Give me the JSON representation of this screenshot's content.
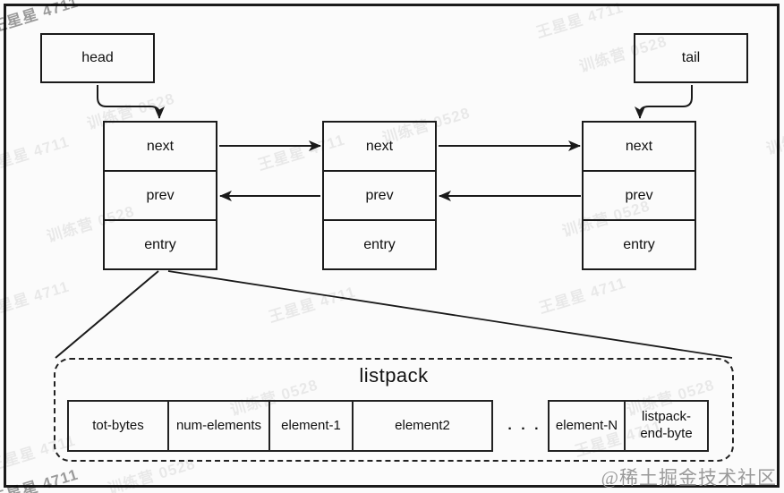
{
  "pointers": {
    "head": "head",
    "tail": "tail"
  },
  "nodes": [
    {
      "fields": [
        "next",
        "prev",
        "entry"
      ]
    },
    {
      "fields": [
        "next",
        "prev",
        "entry"
      ]
    },
    {
      "fields": [
        "next",
        "prev",
        "entry"
      ]
    }
  ],
  "listpack": {
    "title": "listpack",
    "header_cells": [
      "tot-bytes",
      "num-elements",
      "element-1",
      "element2"
    ],
    "ellipsis": ". . .",
    "tail_cells": [
      "element-N",
      "listpack-\nend-byte"
    ]
  },
  "watermarks": {
    "author": "王星星 4711",
    "camp": "训练营 0528"
  },
  "credit": "@稀土掘金技术社区",
  "colors": {
    "line": "#1a1a1a",
    "background": "#fbfbfb"
  }
}
